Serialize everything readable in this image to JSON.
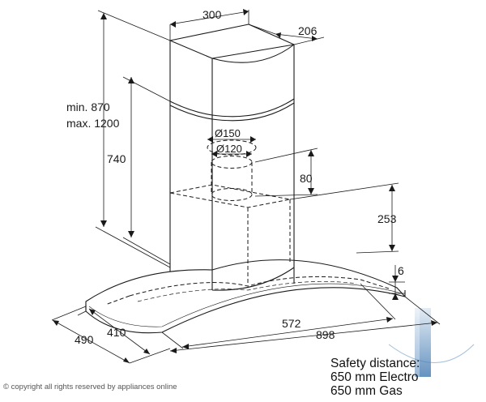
{
  "dimensions": {
    "top_width": "300",
    "top_depth": "206",
    "height_min": "min. 870",
    "height_max": "max. 1200",
    "chimney_height": "740",
    "outlet_outer": "Ø150",
    "outlet_inner": "Ø120",
    "outlet_height": "80",
    "body_height": "253",
    "glass_thickness": "6",
    "inner_width": "572",
    "total_width": "898",
    "inner_depth": "410",
    "total_depth": "490"
  },
  "safety": {
    "title": "Safety distance:",
    "electro": "650 mm Electro",
    "gas": "650 mm Gas"
  },
  "footer": {
    "copyright": "© copyright all rights reserved by appliances online"
  },
  "colors": {
    "line": "#1a1a1a",
    "watermark_blue": "#4a7fb5"
  }
}
